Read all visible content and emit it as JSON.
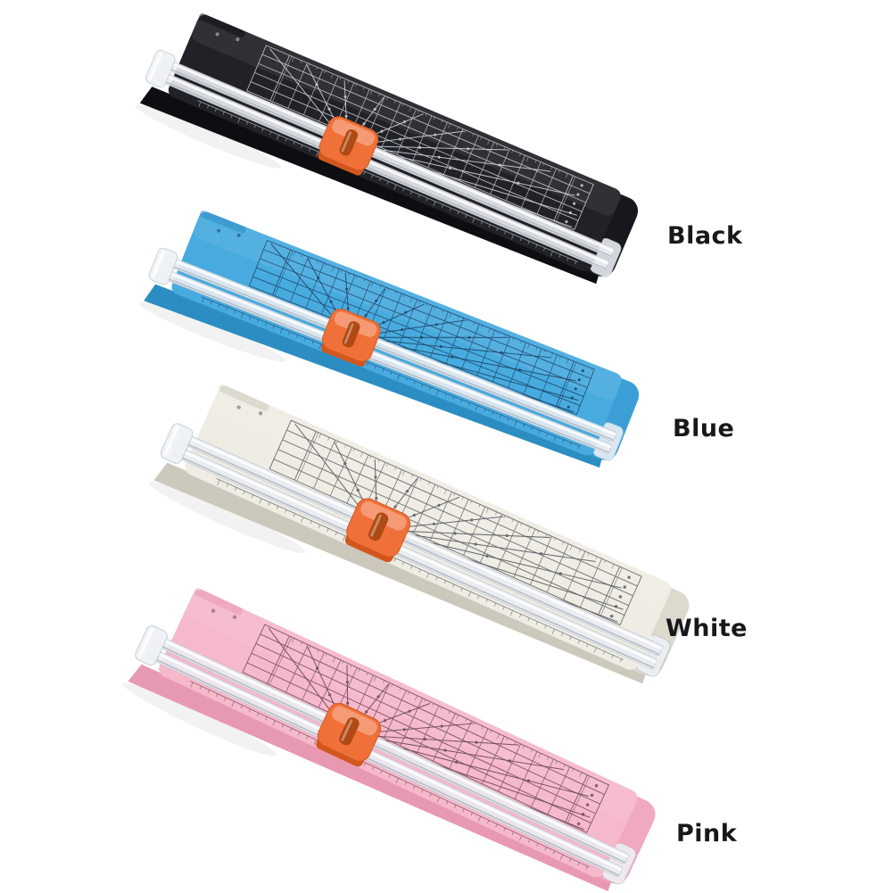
{
  "background": "#ffffff",
  "label_text_color": "#17181a",
  "products": [
    {
      "label": "Black",
      "board_color": "#212227",
      "side_color": "#0d0e12",
      "tail_color": "#17181d",
      "grid_color": "#ccd2d9"
    },
    {
      "label": "Blue",
      "board_color": "#47abdf",
      "side_color": "#2c8dc2",
      "tail_color": "#3b9fd6",
      "grid_color": "#1d4266"
    },
    {
      "label": "White",
      "board_color": "#efece3",
      "side_color": "#ccc8bb",
      "tail_color": "#ddd9cd",
      "grid_color": "#5b5f65"
    },
    {
      "label": "Pink",
      "board_color": "#f6b9cb",
      "side_color": "#e899b2",
      "tail_color": "#f0a9bf",
      "grid_color": "#6d4b58"
    }
  ],
  "shared_colors": {
    "slider": "#f0703a",
    "slider_dark": "#d2571e",
    "slider_slot": "#b04a15",
    "rail": "#e9edf2",
    "rail_edge": "#b9c0c9",
    "rail_shine": "#ffffff",
    "clear_cap": "#eef2f6"
  }
}
